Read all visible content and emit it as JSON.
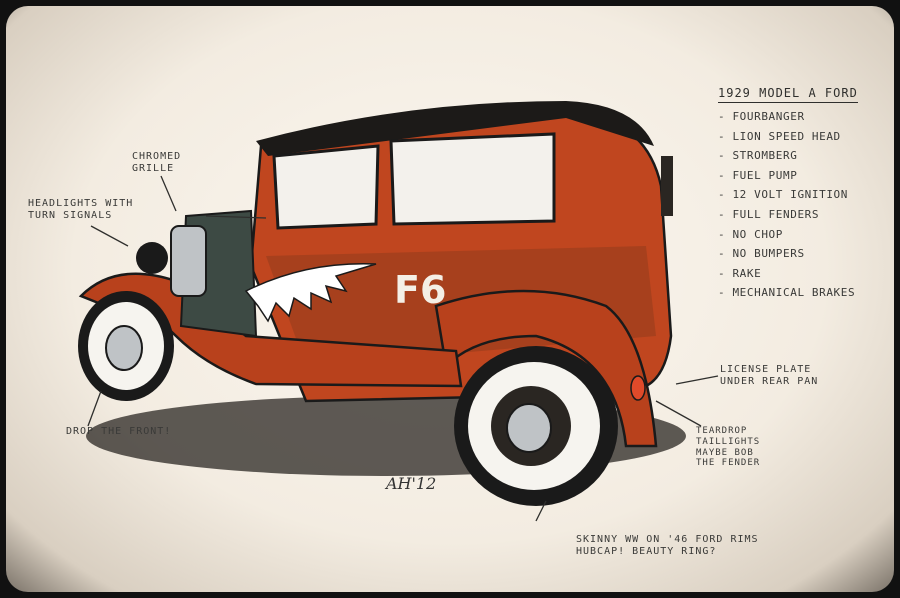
{
  "sketch": {
    "title": "1929 Model A Ford",
    "specs": [
      "- Fourbanger",
      "- Lion speed head",
      "- Stromberg",
      "- Fuel pump",
      "- 12 volt ignition",
      "- Full fenders",
      "- No chop",
      "- No bumpers",
      "- Rake",
      "- Mechanical brakes"
    ],
    "annotations": {
      "grille": "Chromed\ngrille",
      "headlights": "Headlights with\nturn signals",
      "drop_front": "Drop the front!",
      "license": "License plate\nunder rear pan",
      "taillights": "Teardrop\ntaillights\nmaybe bob\nthe fender",
      "wheels": "Skinny WW on '46 Ford rims\nHubcap! Beauty ring?"
    },
    "door_number": "F6",
    "signature": "AH'12",
    "colors": {
      "body": "#c0461f",
      "roof": "#1c1a18",
      "rust": "#8a3a1a",
      "chrome": "#bfc3c6"
    }
  }
}
